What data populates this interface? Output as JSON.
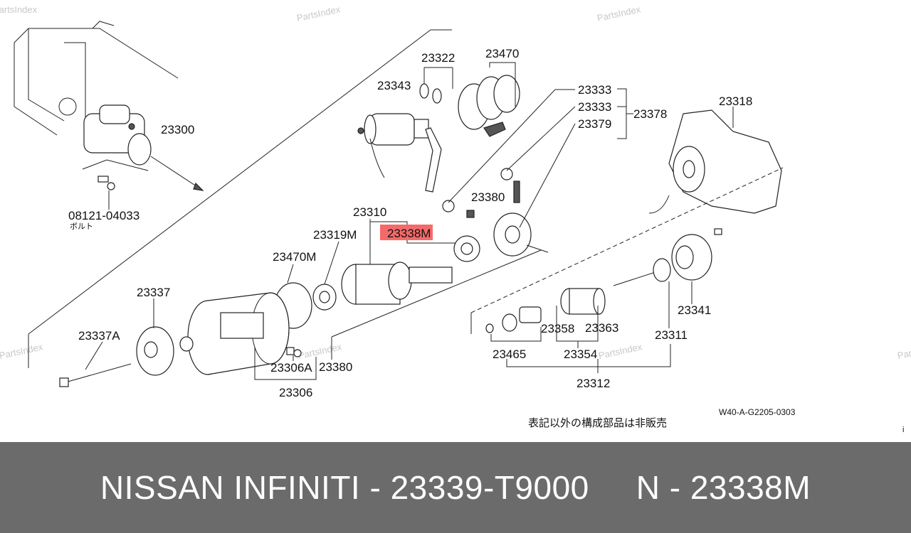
{
  "watermark": "PartsIndex",
  "diagram": {
    "code": "W40-A-G2205-0303",
    "note": "表記以外の構成部品は非販売",
    "bolt_label_jp": "ボルト",
    "highlight_color": "#f46a6a",
    "labels": {
      "p23300": "23300",
      "p08121": "08121-04033",
      "p23343": "23343",
      "p23322": "23322",
      "p23470": "23470",
      "p23333a": "23333",
      "p23333b": "23333",
      "p23379": "23379",
      "p23378": "23378",
      "p23318": "23318",
      "p23380a": "23380",
      "p23310": "23310",
      "p23319M": "23319M",
      "p23338M": "23338M",
      "p23470M": "23470M",
      "p23337": "23337",
      "p23337A": "23337A",
      "p23306A": "23306A",
      "p23380b": "23380",
      "p23306": "23306",
      "p23341": "23341",
      "p23358": "23358",
      "p23363": "23363",
      "p23311": "23311",
      "p23465": "23465",
      "p23354": "23354",
      "p23312": "23312"
    }
  },
  "footer": {
    "part_title": "NISSAN INFINITI - 23339-T9000",
    "ref": "N - 23338M"
  }
}
